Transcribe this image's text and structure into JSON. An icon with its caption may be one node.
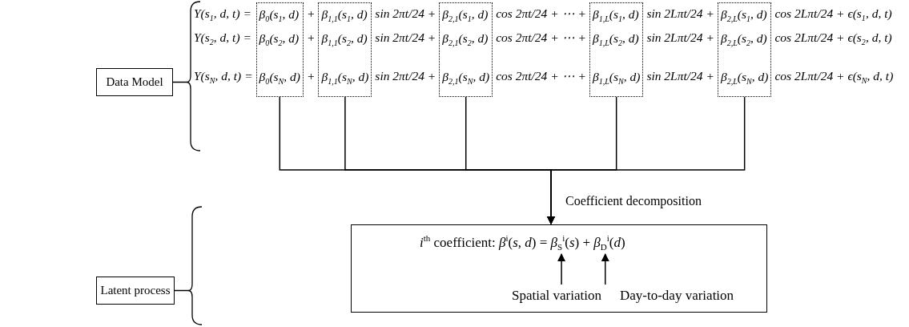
{
  "diagram": {
    "nodes": [
      {
        "text": [
          "Data Model"
        ]
      },
      {
        "text": [
          "β$_{0}$(s$_{1}$, d)",
          "β$_{0}$(s$_{2}$, d)",
          "β$_{0}$(s$_{N}$, d)"
        ]
      },
      {
        "text": [
          "β$_{1,1}$(s$_{1}$, d)",
          "β$_{1,1}$(s$_{2}$, d)",
          "β$_{1,1}$(s$_{N}$, d)"
        ]
      },
      {
        "text": [
          "β$_{2,1}$(s$_{1}$, d)",
          "β$_{2,1}$(s$_{2}$, d)",
          "β$_{2,1}$(s$_{N}$, d)"
        ]
      },
      {
        "text": [
          "β$_{1,L}$(s$_{1}$, d)",
          "β$_{1,L}$(s$_{2}$, d)",
          "β$_{1,L}$(s$_{N}$, d)"
        ]
      },
      {
        "text": [
          "β$_{2,L}$(s$_{1}$, d)",
          "β$_{2,L}$(s$_{2}$, d)",
          "β$_{2,L}$(s$_{N}$, d)"
        ]
      },
      {
        "text": [
          "Latent process"
        ]
      },
      {
        "text": [
          "*i*$^{th}$ coefficient: *β*$^{i}$(*s*, *d*) = *β*$_{S}$$^{i}$(*s*) + *β*$_{D}$$^{i}$(*d*)"
        ]
      },
      {
        "text": [
          "Spatial variation"
        ],
        "in": 7
      },
      {
        "text": [
          "Day-to-day variation"
        ],
        "in": 7
      }
    ],
    "edges": [
      {
        "from": 1,
        "to": 7,
        "arrow": "to"
      },
      {
        "from": 2,
        "to": 7,
        "arrow": "to"
      },
      {
        "from": 3,
        "to": 7,
        "arrow": "to",
        "label": "Coefficient decomposition"
      },
      {
        "from": 4,
        "to": 7,
        "arrow": "to"
      },
      {
        "from": 5,
        "to": 7,
        "arrow": "to"
      },
      {
        "from": 8,
        "to": null,
        "arrow": "to"
      },
      {
        "from": 9,
        "to": null,
        "arrow": "to"
      }
    ],
    "labels": [
      "Y(s$_{1}$, d, t) =",
      "+",
      "sin 2πt/24 +",
      "cos 2πt/24 + ⋯ +",
      "sin 2Lπt/24 +",
      "cos 2Lπt/24 + ϵ(s$_{1}$, d, t)",
      "Y(s$_{2}$, d, t) =",
      "+",
      "sin 2πt/24 +",
      "cos 2πt/24 + ⋯ +",
      "sin 2Lπt/24 +",
      "cos 2Lπt/24 + ϵ(s$_{2}$, d, t)",
      "Y(s$_{N}$, d, t) =",
      "+",
      "sin 2πt/24 +",
      "cos 2πt/24 + ⋯ +",
      "sin 2Lπt/24 +",
      "cos 2Lπt/24 + ϵ(s$_{N}$, d, t)"
    ]
  }
}
